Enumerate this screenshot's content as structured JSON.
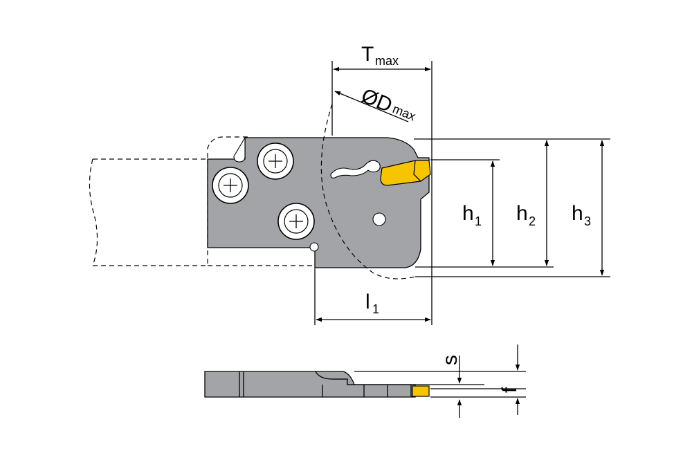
{
  "labels": {
    "t_max_main": "T",
    "t_max_sub": "max",
    "d_max_main": "ØD",
    "d_max_sub": "max",
    "h1_main": "h",
    "h1_sub": "1",
    "h2_main": "h",
    "h2_sub": "2",
    "h3_main": "h",
    "h3_sub": "3",
    "l1_main": "l",
    "l1_sub": "1",
    "s": "s",
    "f": "f"
  },
  "colors": {
    "body": "#a2a4a7",
    "insert": "#f7c400",
    "line": "#000000",
    "background": "#ffffff"
  }
}
